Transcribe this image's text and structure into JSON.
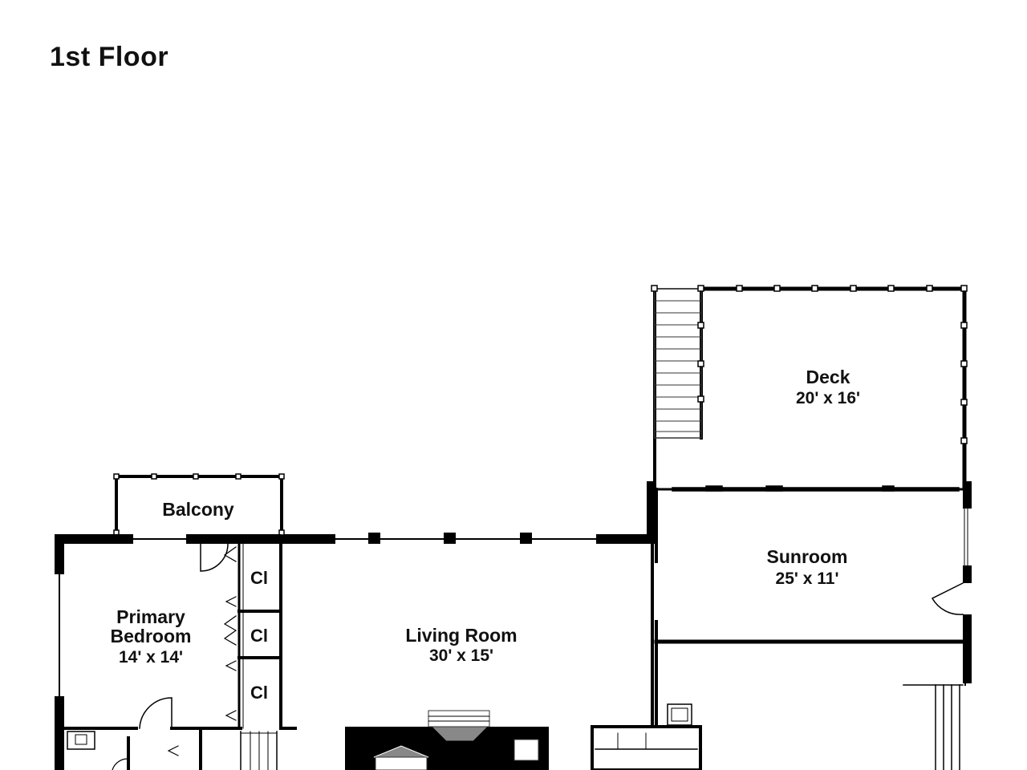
{
  "title": "1st Floor",
  "rooms": {
    "deck": {
      "name": "Deck",
      "dims": "20' x 16'"
    },
    "sunroom": {
      "name": "Sunroom",
      "dims": "25' x 11'"
    },
    "balcony": {
      "name": "Balcony"
    },
    "living_room": {
      "name": "Living Room",
      "dims": "30' x 15'"
    },
    "primary_bedroom": {
      "line1": "Primary",
      "line2": "Bedroom",
      "dims": "14' x 14'"
    },
    "closet_1": {
      "name": "Cl"
    },
    "closet_2": {
      "name": "Cl"
    },
    "closet_3": {
      "name": "Cl"
    }
  }
}
